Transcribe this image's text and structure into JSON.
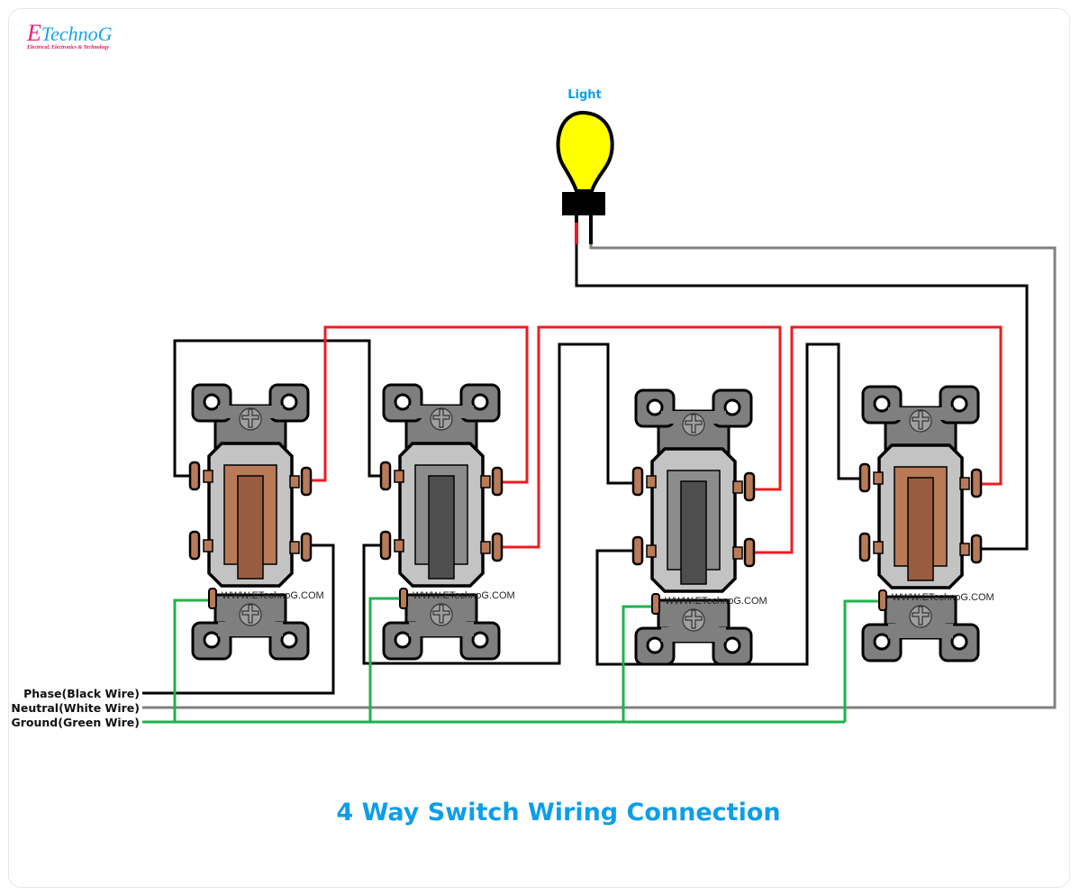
{
  "logo": {
    "initial": "E",
    "name": "TechnoG",
    "tagline": "Electrical, Electronics & Technology"
  },
  "title": "4 Way Switch Wiring Connection",
  "light": {
    "label": "Light",
    "fill_color": "#ffff00"
  },
  "supply_labels": {
    "phase": "Phase(Black Wire)",
    "neutral": "Neutral(White Wire)",
    "ground": "Ground(Green Wire)"
  },
  "wire_colors": {
    "phase": "#000000",
    "neutral": "#808080",
    "ground": "#22b14c",
    "traveler": "#ed1c24"
  },
  "switches": [
    {
      "id": "switch-1",
      "type": "3-way",
      "toggle_color": "#b97a57",
      "lever_color": "#9a5c40",
      "watermark": "WWW.ETechnoG.COM"
    },
    {
      "id": "switch-2",
      "type": "4-way",
      "toggle_color": "#8c8c8c",
      "lever_color": "#4e4e4e",
      "watermark": "WWW.ETechnoG.COM"
    },
    {
      "id": "switch-3",
      "type": "4-way",
      "toggle_color": "#8c8c8c",
      "lever_color": "#4e4e4e",
      "watermark": "WWW.ETechnoG.COM"
    },
    {
      "id": "switch-4",
      "type": "3-way",
      "toggle_color": "#b97a57",
      "lever_color": "#9a5c40",
      "watermark": "WWW.ETechnoG.COM"
    }
  ]
}
